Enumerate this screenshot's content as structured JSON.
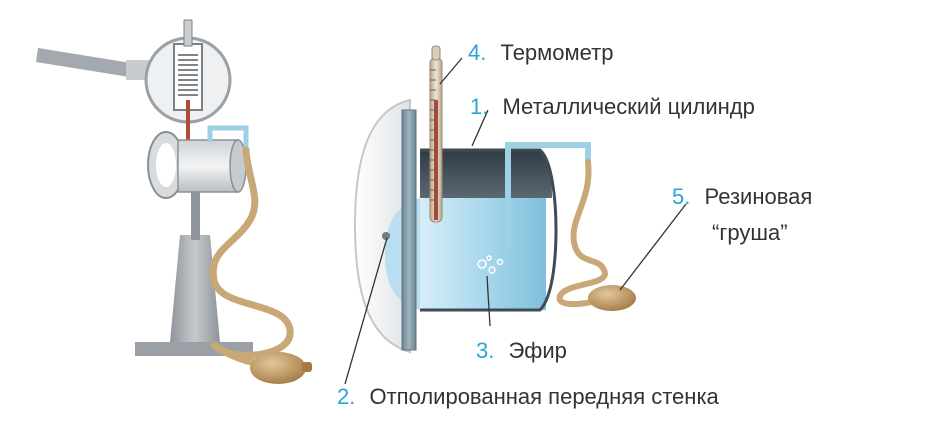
{
  "labels": [
    {
      "number": "1.",
      "text": "Металлический цилиндр"
    },
    {
      "number": "2.",
      "text": "Отполированная передняя стенка"
    },
    {
      "number": "3.",
      "text": "Эфир"
    },
    {
      "number": "4.",
      "text": "Термометр"
    },
    {
      "number": "5.",
      "text": "Резиновая"
    }
  ],
  "label5_line2": "“груша”",
  "colors": {
    "number": "#2aa6d6",
    "text": "#333333",
    "tube": "#c9a877",
    "bulb": "#b78a55",
    "liquid": "#a7d6ea",
    "cylinder_top": "#3f4e58",
    "stand": "#9fa5aa"
  }
}
